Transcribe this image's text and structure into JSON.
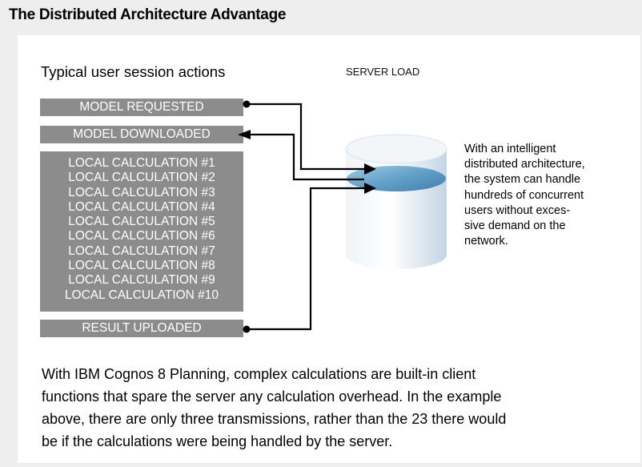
{
  "title": "The Distributed Architecture Advantage",
  "labels": {
    "actions_heading": "Typical user session actions",
    "server_load": "SERVER LOAD"
  },
  "actions": {
    "model_requested": "MODEL REQUESTED",
    "model_downloaded": "MODEL DOWNLOADED",
    "local_calculations": [
      "LOCAL CALCULATION #1",
      "LOCAL CALCULATION #2",
      "LOCAL CALCULATION #3",
      "LOCAL CALCULATION #4",
      "LOCAL CALCULATION #5",
      "LOCAL CALCULATION #6",
      "LOCAL CALCULATION #7",
      "LOCAL CALCULATION #8",
      "LOCAL CALCULATION #9",
      "LOCAL CALCULATION #10"
    ],
    "result_uploaded": "RESULT UPLOADED"
  },
  "server_description": "With an intelligent distributed architecture, the system can handle hundreds of concurrent users without exces-sive demand on the network.",
  "server_description_lines": [
    "With an intelligent",
    "distributed architecture,",
    "the system can handle",
    "hundreds of concurrent",
    "users without exces-",
    "sive demand on the",
    "network."
  ],
  "footer_paragraph": "With IBM Cognos 8 Planning, complex calculations are built-in client functions that spare the server any calculation overhead. In the example above, there are only three transmissions, rather than the 23 there would be if the calculations were being handled by the server.",
  "footer_lines": [
    "With IBM Cognos 8 Planning, complex calculations are built-in client",
    "functions that spare the server any calculation overhead. In the example",
    "above, there are only three transmissions, rather than the 23 there would",
    "be if the calculations were being handled by the server."
  ],
  "colors": {
    "panel_bg": "#eeeeee",
    "bar_bg": "#8c8c8c",
    "cylinder_light": "#f4f8fb",
    "cylinder_shade": "#c9d9e6",
    "disk_blue": "#4a8db8"
  }
}
